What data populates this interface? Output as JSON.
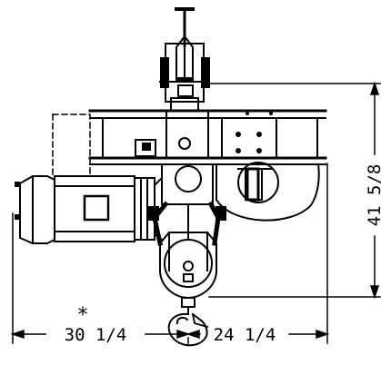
{
  "drawing": {
    "subject": "hoist-elevation",
    "dimensions": {
      "left_width": "30 1/4",
      "right_width": "24 1/4",
      "height": "41 5/8",
      "note_marker": "*"
    },
    "colors": {
      "line": "#000000",
      "background": "#ffffff"
    }
  }
}
